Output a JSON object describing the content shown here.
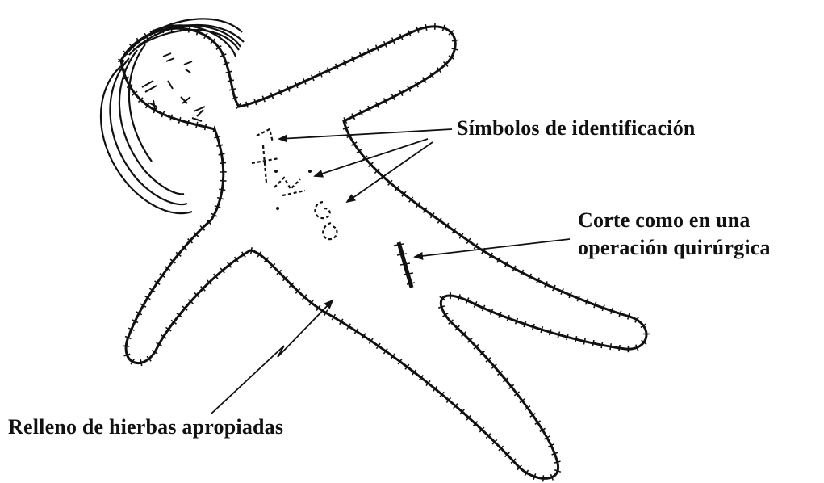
{
  "labels": {
    "symbols": "Símbolos de identificación",
    "cut_line1": "Corte como en una",
    "cut_line2": "operación quirúrgica",
    "stuffing": "Relleno de hierbas apropiadas"
  },
  "colors": {
    "ink": "#111111",
    "paper": "#ffffff"
  }
}
